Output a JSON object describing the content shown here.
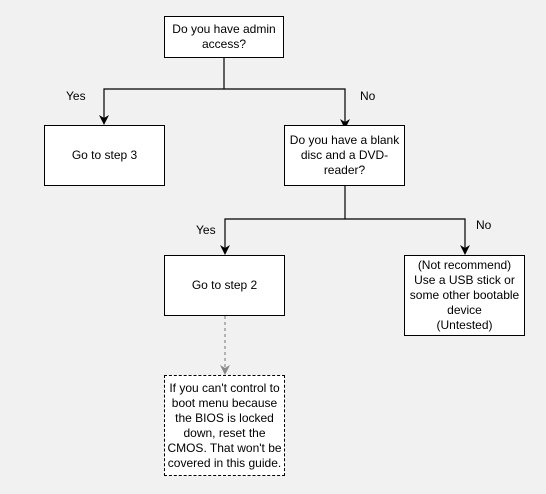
{
  "diagram": {
    "nodes": {
      "q_admin": "Do you have admin access?",
      "step3": "Go to step 3",
      "q_dvd": "Do you have a blank disc and a DVD-reader?",
      "step2": "Go to step 2",
      "usb": "(Not recommend)\nUse a USB stick or some other bootable device\n(Untested)",
      "bios_note": "If you can't control to boot menu because the BIOS is locked down, reset the CMOS.  That won't be covered in this guide."
    },
    "edges": {
      "admin_yes": "Yes",
      "admin_no": "No",
      "dvd_yes": "Yes",
      "dvd_no": "No"
    },
    "colors": {
      "background": "#f1f1f1",
      "node_fill": "#ffffff",
      "line": "#000000",
      "dashed_connector": "#888888"
    }
  }
}
